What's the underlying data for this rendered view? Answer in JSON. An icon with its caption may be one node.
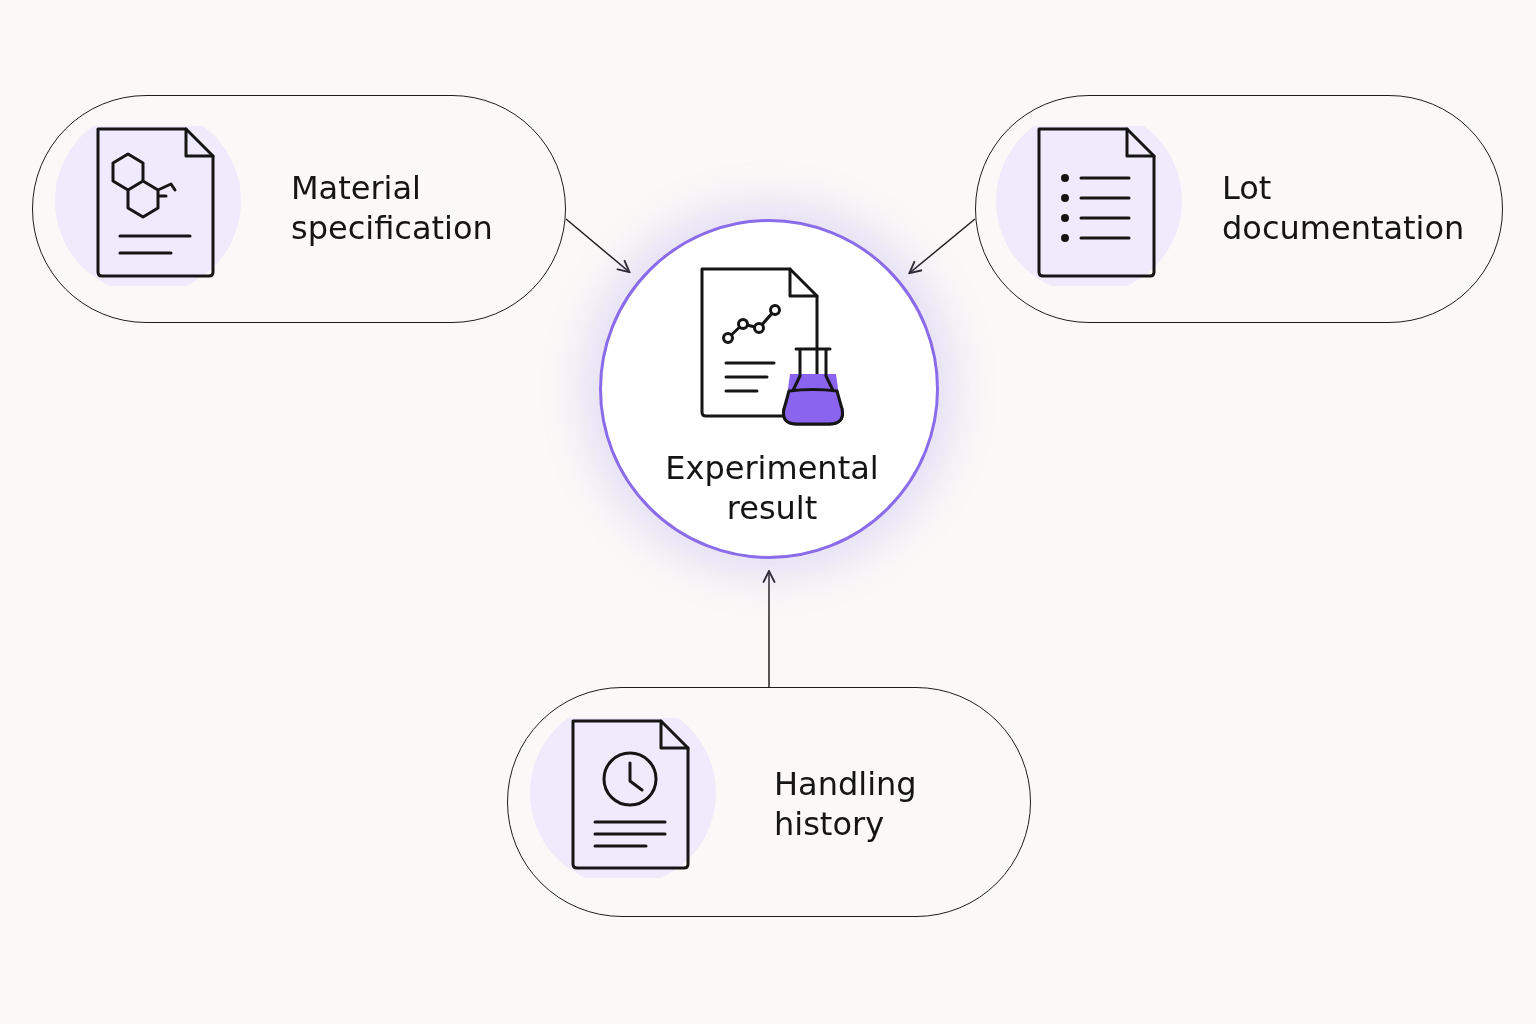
{
  "diagram": {
    "nodes": [
      {
        "text": [
          "Material specification"
        ]
      },
      {
        "text": [
          "Experimental result"
        ]
      },
      {
        "text": [
          "Lot documentation"
        ]
      },
      {
        "text": [
          "Handling history"
        ]
      }
    ],
    "edges": [
      {
        "from": 0,
        "to": 1,
        "arrow": "to"
      },
      {
        "from": 2,
        "to": 1,
        "arrow": "to"
      },
      {
        "from": 3,
        "to": 1,
        "arrow": "to"
      }
    ]
  }
}
